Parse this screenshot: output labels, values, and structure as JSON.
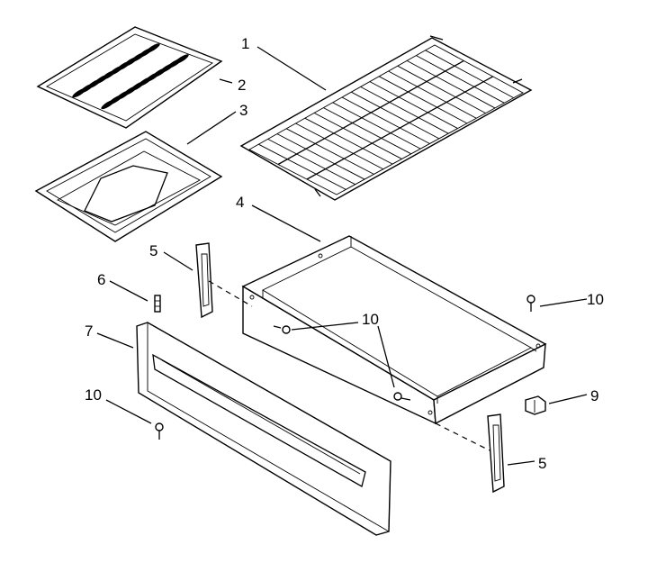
{
  "diagram": {
    "parts": [
      {
        "id": "rack",
        "number": "1"
      },
      {
        "id": "broiler_grid",
        "number": "2"
      },
      {
        "id": "broiler_pan",
        "number": "3"
      },
      {
        "id": "drawer_body",
        "number": "4"
      },
      {
        "id": "drawer_slide_left",
        "number": "5"
      },
      {
        "id": "drawer_slide_right",
        "number": "5"
      },
      {
        "id": "stud",
        "number": "6"
      },
      {
        "id": "drawer_front_panel",
        "number": "7"
      },
      {
        "id": "bracket",
        "number": "9"
      },
      {
        "id": "screw_right_top",
        "number": "10"
      },
      {
        "id": "screw_center",
        "number": "10"
      },
      {
        "id": "screw_left_bottom",
        "number": "10"
      }
    ]
  },
  "colors": {
    "ink": "#000000",
    "paper": "#ffffff"
  }
}
